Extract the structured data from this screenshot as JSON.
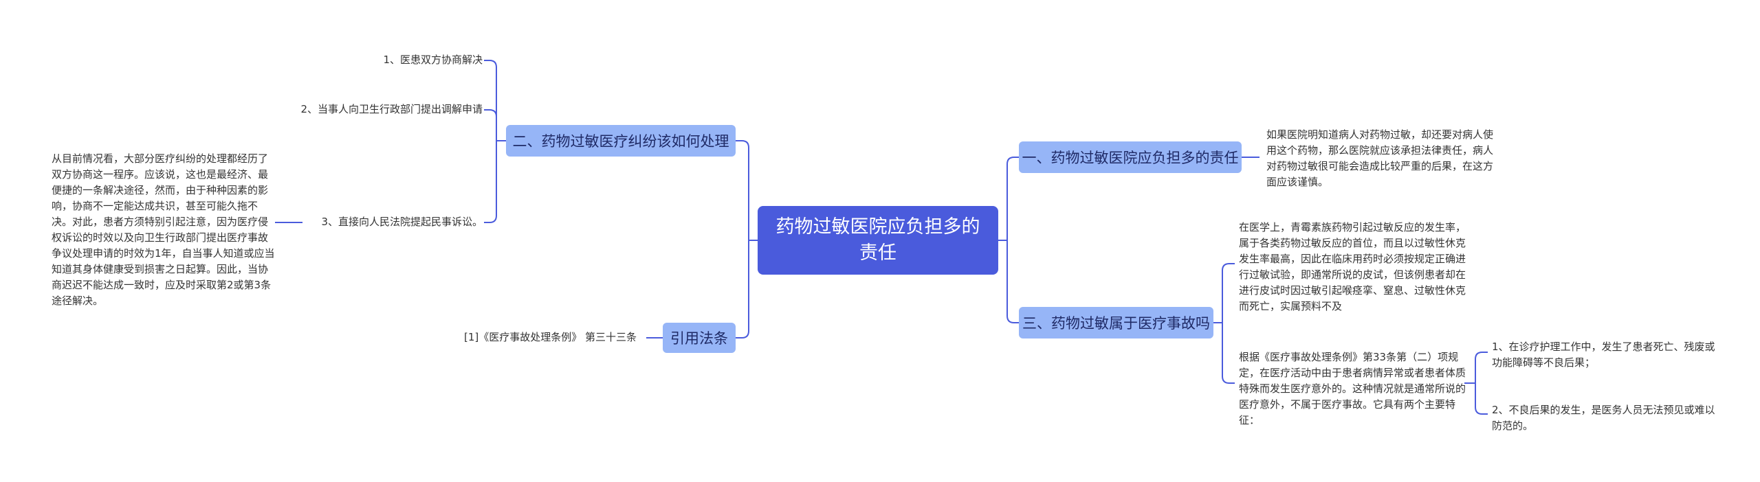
{
  "root": {
    "title": "药物过敏医院应负担多的责任"
  },
  "left": {
    "b2": {
      "label": "二、药物过敏医疗纠纷该如何处理",
      "items": [
        "1、医患双方协商解决",
        "2、当事人向卫生行政部门提出调解申请",
        "3、直接向人民法院提起民事诉讼。"
      ],
      "note": "从目前情况看，大部分医疗纠纷的处理都经历了双方协商这一程序。应该说，这也是最经济、最便捷的一条解决途径，然而，由于种种因素的影响，协商不一定能达成共识，甚至可能久拖不决。对此，患者方须特别引起注意，因为医疗侵权诉讼的时效以及向卫生行政部门提出医疗事故争议处理申请的时效为1年，自当事人知道或应当知道其身体健康受到损害之日起算。因此，当协商迟迟不能达成一致时，应及时采取第2或第3条途径解决。"
    },
    "ref": {
      "label": "引用法条",
      "item": "[1]《医疗事故处理条例》 第三十三条"
    }
  },
  "right": {
    "b1": {
      "label": "一、药物过敏医院应负担多的责任",
      "text": "如果医院明知道病人对药物过敏，却还要对病人使用这个药物，那么医院就应该承担法律责任，病人对药物过敏很可能会造成比较严重的后果，在这方面应该谨慎。"
    },
    "b3": {
      "label": "三、药物过敏属于医疗事故吗",
      "text1": "在医学上，青霉素族药物引起过敏反应的发生率，属于各类药物过敏反应的首位，而且以过敏性休克发生率最高，因此在临床用药时必须按规定正确进行过敏试验，即通常所说的皮试，但该例患者却在进行皮试时因过敏引起喉痉挛、窒息、过敏性休克而死亡，实属预料不及",
      "text2": "根据《医疗事故处理条例》第33条第（二）项规定，在医疗活动中由于患者病情异常或者患者体质特殊而发生医疗意外的。这种情况就是通常所说的医疗意外，不属于医疗事故。它具有两个主要特征：",
      "features": [
        "1、在诊疗护理工作中，发生了患者死亡、残废或功能障碍等不良后果；",
        "2、不良后果的发生，是医务人员无法预见或难以防范的。"
      ]
    }
  },
  "colors": {
    "root": "#4a5bdc",
    "branch": "#96b5f7",
    "line": "#4a5bdc"
  }
}
